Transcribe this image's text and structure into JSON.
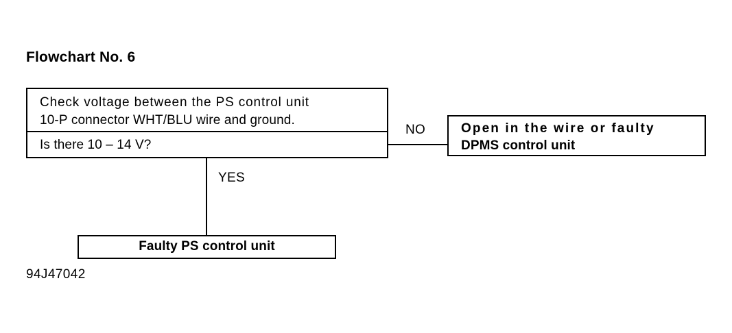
{
  "document": {
    "title": "Flowchart No. 6",
    "footer_code": "94J47042"
  },
  "decision": {
    "instruction_line_1": "Check voltage between the PS control unit",
    "instruction_line_2": "10-P connector WHT/BLU wire and ground.",
    "question": "Is there 10 – 14 V?"
  },
  "branches": {
    "no_label": "NO",
    "yes_label": "YES"
  },
  "results": {
    "no_outcome_line_1": "Open in the wire or faulty",
    "no_outcome_line_2": "DPMS control unit",
    "yes_outcome": "Faulty PS control unit"
  },
  "colors": {
    "background": "#ffffff",
    "ink": "#000000"
  }
}
